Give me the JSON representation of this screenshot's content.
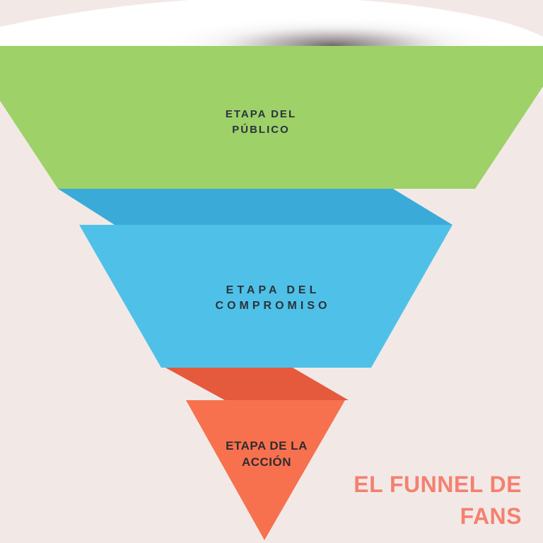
{
  "page": {
    "background_color": "#f2e9e7"
  },
  "title": {
    "line1": "EL FUNNEL DE",
    "line2": "FANS",
    "color": "#f5806f"
  },
  "funnel": {
    "mouth_color": "#ffffff",
    "stages": [
      {
        "id": "publico",
        "label_lines": [
          "ETAPA DEL",
          "PÚBLICO"
        ],
        "body_color": "#9ed167",
        "label_color": "#28343f"
      },
      {
        "id": "compromiso",
        "label_lines": [
          "ETAPA DEL",
          "COMPROMISO"
        ],
        "body_color": "#4fc1e9",
        "fold_color": "#3aabd8",
        "label_color": "#2b3338"
      },
      {
        "id": "accion",
        "label_lines": [
          "ETAPA DE LA",
          "ACCIÓN"
        ],
        "body_color": "#f8714f",
        "fold_color": "#e5593c",
        "label_color": "#302c2e"
      }
    ]
  }
}
